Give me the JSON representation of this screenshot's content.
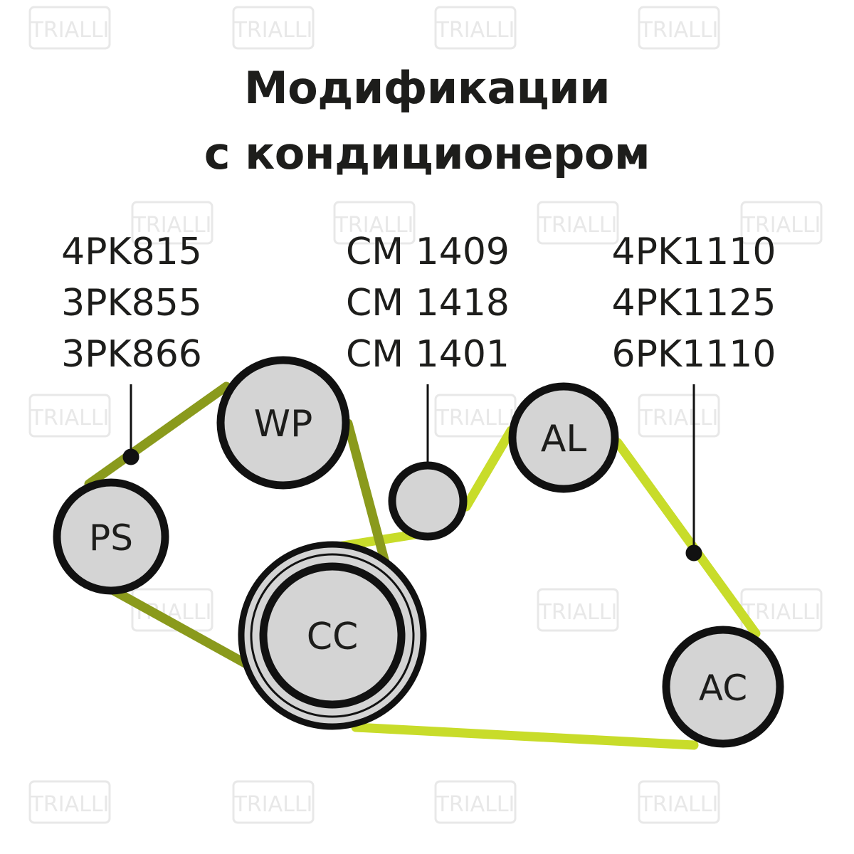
{
  "title": {
    "line1": "Модификации",
    "line2": "с кондиционером"
  },
  "watermark": {
    "text": "TRIALLI"
  },
  "belt_groups": [
    {
      "id": "left",
      "parts": [
        "4PK815",
        "3PK855",
        "3PK866"
      ]
    },
    {
      "id": "middle",
      "parts": [
        "CM 1409",
        "CM 1418",
        "CM 1401"
      ]
    },
    {
      "id": "right",
      "parts": [
        "4PK1110",
        "4PK1125",
        "6PK1110"
      ]
    }
  ],
  "pulleys": {
    "wp": "WP",
    "al": "AL",
    "ps": "PS",
    "cc": "CC",
    "ac": "AC"
  },
  "colors": {
    "belt_dark": "#8a9a1c",
    "belt_light": "#c8dc2a",
    "pulley_fill": "#d4d4d4",
    "pulley_stroke": "#111111",
    "text": "#1d1d1b",
    "watermark": "#e6e6e6"
  }
}
